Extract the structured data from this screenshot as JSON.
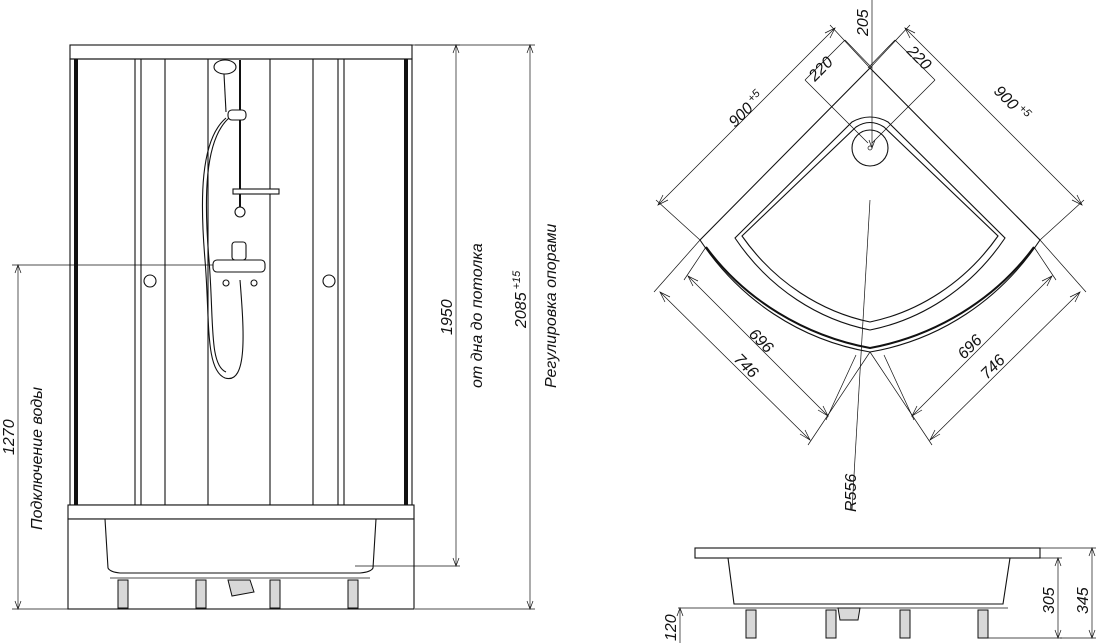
{
  "front_view": {
    "dim_1950": "1950",
    "label_floor_to_ceiling": "от дна до потолка",
    "dim_2085": "2085",
    "tol_2085": "+15",
    "label_feet_adjust": "Регулировка опорами",
    "dim_1270": "1270",
    "label_water_connection": "Подключение воды"
  },
  "plan_view": {
    "dim_205": "205",
    "dim_220_left": "220",
    "dim_220_right": "220",
    "dim_900_left": "900",
    "tol_900_left": "+5",
    "dim_900_right": "900",
    "tol_900_right": "+5",
    "dim_696_left": "696",
    "dim_746_left": "746",
    "dim_696_right": "696",
    "dim_746_right": "746",
    "dim_radius": "R556"
  },
  "side_view": {
    "dim_120": "120",
    "dim_305": "305",
    "dim_345": "345"
  }
}
